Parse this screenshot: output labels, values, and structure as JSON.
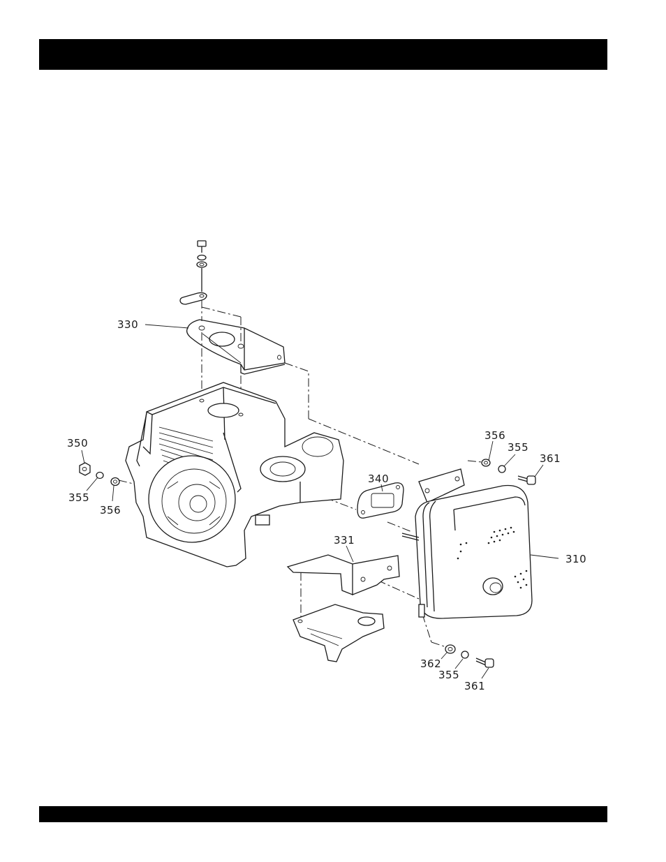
{
  "labels": {
    "p330": "330",
    "p331": "331",
    "p340": "340",
    "p310": "310",
    "p350": "350",
    "p355_left": "355",
    "p356_left": "356",
    "p356_right": "356",
    "p355_right": "355",
    "p361_right": "361",
    "p362": "362",
    "p355_bottom": "355",
    "p361_bottom": "361"
  },
  "colors": {
    "bars": "#000000",
    "ink": "#1a1a1a",
    "background": "#ffffff"
  }
}
